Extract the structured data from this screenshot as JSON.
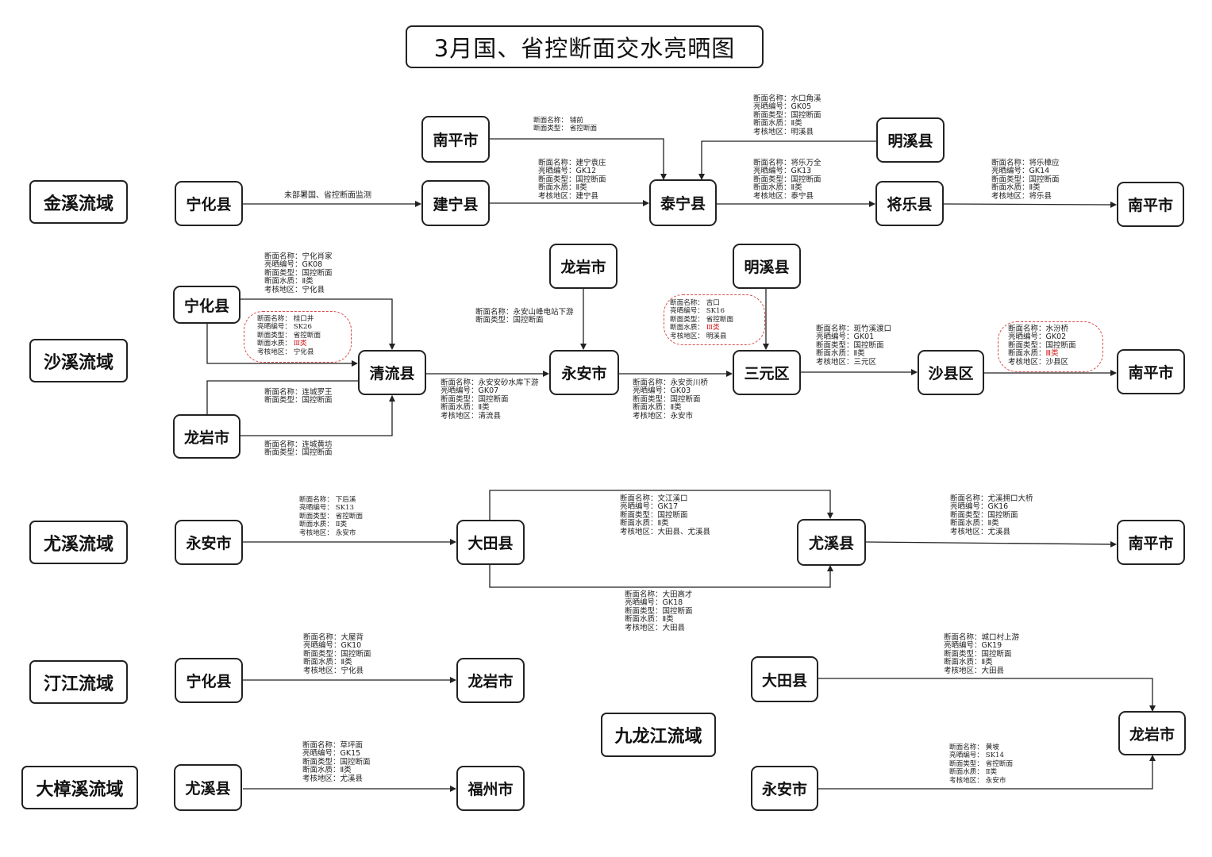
{
  "title": "3月国、省控断面交水亮晒图",
  "basins": {
    "jinxi": "金溪流域",
    "shaxi": "沙溪流域",
    "youxi": "尤溪流域",
    "tingjiang": "汀江流域",
    "dazhangxi": "大樟溪流域",
    "jiulongjiang": "九龙江流域"
  },
  "nodes": {
    "jx_ninghua": "宁化县",
    "jx_jianning": "建宁县",
    "jx_taining": "泰宁县",
    "jx_jiangle": "将乐县",
    "jx_nanping_out": "南平市",
    "jx_nanping_top": "南平市",
    "jx_mingxi_top": "明溪县",
    "sx_ninghua": "宁化县",
    "sx_longyan": "龙岩市",
    "sx_qingliu": "清流县",
    "sx_longyan_top": "龙岩市",
    "sx_yongan": "永安市",
    "sx_mingxi_top": "明溪县",
    "sx_sanyuan": "三元区",
    "sx_shaxian": "沙县区",
    "sx_nanping": "南平市",
    "yx_yongan": "永安市",
    "yx_datian": "大田县",
    "yx_youxi": "尤溪县",
    "yx_nanping": "南平市",
    "tj_ninghua": "宁化县",
    "tj_longyan": "龙岩市",
    "dz_youxi": "尤溪县",
    "dz_fuzhou": "福州市",
    "jl_datian": "大田县",
    "jl_yongan": "永安市",
    "jl_longyan": "龙岩市"
  },
  "sections": {
    "jx_ninghua_jianning": "未部署国、省控断面监测",
    "jx_nanping_taining": [
      "断面名称：  铺前",
      "断面类型：  省控断面"
    ],
    "jx_jianning_taining": [
      "断面名称：建宁袁庄",
      "亮晒编号：GK12",
      "断面类型：国控断面",
      "断面水质：Ⅱ类",
      "考核地区：建宁县"
    ],
    "jx_mingxi_taining": [
      "断面名称：水口角溪",
      "亮晒编号：GK05",
      "断面类型：国控断面",
      "断面水质：Ⅱ类",
      "考核地区：明溪县"
    ],
    "jx_taining_jiangle": [
      "断面名称：将乐万全",
      "亮晒编号：GK13",
      "断面类型：国控断面",
      "断面水质：Ⅱ类",
      "考核地区：泰宁县"
    ],
    "jx_jiangle_nanping": [
      "断面名称：将乐樟应",
      "亮晒编号：GK14",
      "断面类型：国控断面",
      "断面水质：Ⅱ类",
      "考核地区：将乐县"
    ],
    "sx_ninghua_qingliu_gk": [
      "断面名称：宁化肖家",
      "亮晒编号：GK08",
      "断面类型：国控断面",
      "断面水质：Ⅱ类",
      "考核地区：宁化县"
    ],
    "sx_ninghua_qingliu_sk": [
      "断面名称：  桂口井",
      "亮晒编号：  SK26",
      "断面类型：  省控断面",
      "断面水质：  ",
      "考核地区：  宁化县"
    ],
    "sx_ninghua_qingliu_sk_quality": "Ⅲ类",
    "sx_longyan_qingliu_1": [
      "断面名称：连城罗王",
      "断面类型：国控断面"
    ],
    "sx_longyan_qingliu_2": [
      "断面名称：连城黄坊",
      "断面类型：国控断面"
    ],
    "sx_longyan_yongan": [
      "断面名称：永安山峰电站下游",
      "断面类型：国控断面"
    ],
    "sx_qingliu_yongan": [
      "断面名称：永安安砂水库下游",
      "亮晒编号：GK07",
      "断面类型：国控断面",
      "断面水质：Ⅱ类",
      "考核地区：清流县"
    ],
    "sx_mingxi_sanyuan": [
      "断面名称：  吉口",
      "亮晒编号：  SK16",
      "断面类型：  省控断面",
      "断面水质：  ",
      "考核地区：  明溪县"
    ],
    "sx_mingxi_sanyuan_quality": "Ⅲ类",
    "sx_yongan_sanyuan": [
      "断面名称：永安贡川桥",
      "亮晒编号：GK03",
      "断面类型：国控断面",
      "断面水质：Ⅱ类",
      "考核地区：永安市"
    ],
    "sx_sanyuan_shaxian": [
      "断面名称：斑竹溪渡口",
      "亮晒编号：GK01",
      "断面类型：国控断面",
      "断面水质：Ⅱ类",
      "考核地区：三元区"
    ],
    "sx_shaxian_nanping": [
      "断面名称：水汾桥",
      "亮晒编号：GK02",
      "断面类型：国控断面",
      "断面水质：",
      "考核地区：沙县区"
    ],
    "sx_shaxian_nanping_quality": "Ⅲ类",
    "yx_yongan_datian": [
      "断面名称：  下后溪",
      "亮晒编号：  SK13",
      "断面类型：  省控断面",
      "断面水质：  Ⅱ类",
      "考核地区：  永安市"
    ],
    "yx_datian_youxi_top": [
      "断面名称：文江溪口",
      "亮晒编号：GK17",
      "断面类型：国控断面",
      "断面水质：Ⅱ类",
      "考核地区：大田县、尤溪县"
    ],
    "yx_datian_youxi_bottom": [
      "断面名称：大田高才",
      "亮晒编号：GK18",
      "断面类型：国控断面",
      "断面水质：Ⅱ类",
      "考核地区：大田县"
    ],
    "yx_youxi_nanping": [
      "断面名称：尤溪拥口大桥",
      "亮晒编号：GK16",
      "断面类型：国控断面",
      "断面水质：Ⅱ类",
      "考核地区：尤溪县"
    ],
    "tj_ninghua_longyan": [
      "断面名称：大屋背",
      "亮晒编号：GK10",
      "断面类型：国控断面",
      "断面水质：Ⅱ类",
      "考核地区：宁化县"
    ],
    "dz_youxi_fuzhou": [
      "断面名称：草坪面",
      "亮晒编号：GK15",
      "断面类型：国控断面",
      "断面水质：Ⅱ类",
      "考核地区：尤溪县"
    ],
    "jl_datian_longyan": [
      "断面名称：城口村上游",
      "亮晒编号：GK19",
      "断面类型：国控断面",
      "断面水质：Ⅱ类",
      "考核地区：大田县"
    ],
    "jl_yongan_longyan": [
      "断面名称：  黄坡",
      "亮晒编号：  SK14",
      "断面类型：  省控断面",
      "断面水质：  Ⅱ类",
      "考核地区：  永安市"
    ]
  },
  "colors": {
    "line": "#222222",
    "alert": "#d42020",
    "oval": "#d84b4b"
  }
}
